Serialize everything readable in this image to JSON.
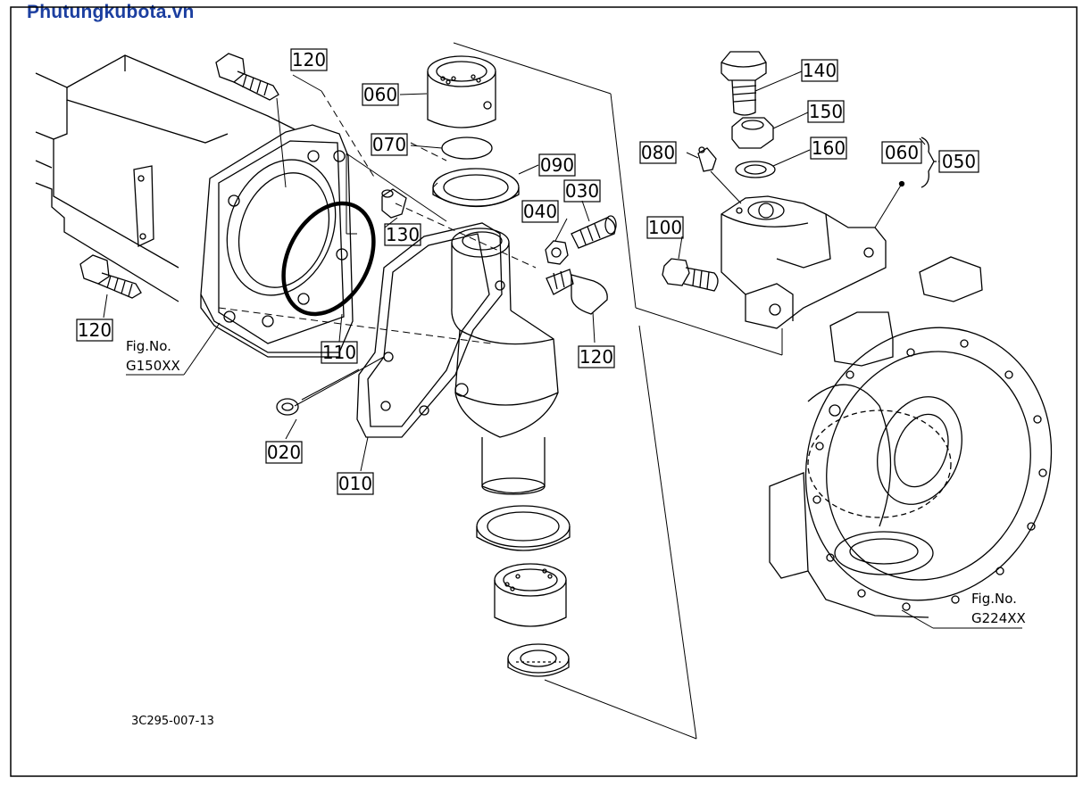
{
  "watermark": "Phutungkubota.vn",
  "diagram_code": "3C295-007-13",
  "figure_refs": [
    {
      "line1": "Fig.No.",
      "line2": "G150XX"
    },
    {
      "line1": "Fig.No.",
      "line2": "G224XX"
    }
  ],
  "part_labels": {
    "p120_a": "120",
    "p120_b": "120",
    "p120_c": "120",
    "p060_a": "060",
    "p060_b": "060",
    "p070": "070",
    "p090": "090",
    "p030": "030",
    "p040": "040",
    "p130": "130",
    "p110": "110",
    "p020": "020",
    "p010": "010",
    "p080": "080",
    "p100": "100",
    "p140": "140",
    "p150": "150",
    "p160": "160",
    "p050": "050"
  }
}
